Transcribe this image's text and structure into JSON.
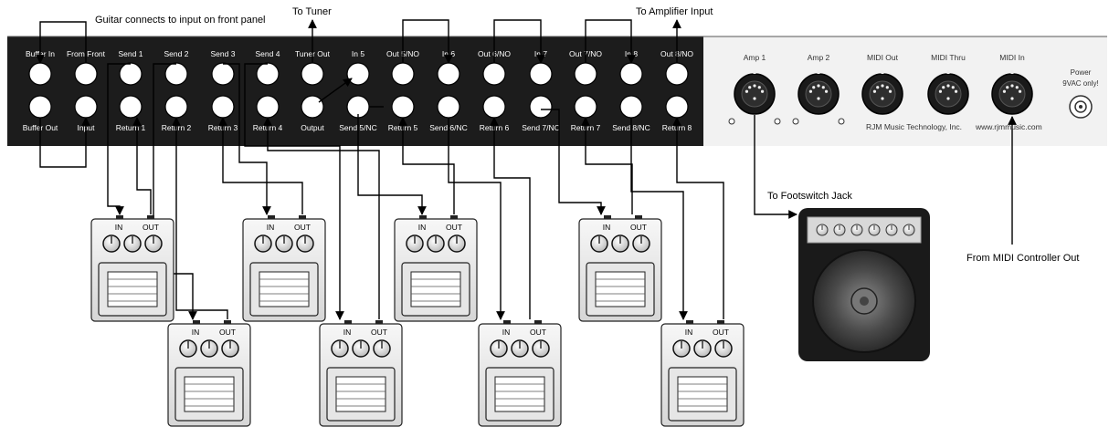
{
  "annotations": {
    "guitar": "Guitar connects to input on front panel",
    "tuner": "To Tuner",
    "amp_input": "To Amplifier Input",
    "footswitch": "To Footswitch Jack",
    "midi_controller": "From MIDI Controller Out"
  },
  "panel": {
    "top_labels": [
      "Buffer In",
      "From Front",
      "Send 1",
      "Send 2",
      "Send 3",
      "Send 4",
      "Tuner Out",
      "In 5",
      "Out 5/NO",
      "In 6",
      "Out 6/NO",
      "In 7",
      "Out 7/NO",
      "In 8",
      "Out 8/NO"
    ],
    "bottom_labels": [
      "Buffer Out",
      "Input",
      "Return 1",
      "Return 2",
      "Return 3",
      "Return 4",
      "Output",
      "Send 5/NC",
      "Return 5",
      "Send 6/NC",
      "Return 6",
      "Send 7/NC",
      "Return 7",
      "Send 8/NC",
      "Return 8"
    ],
    "right_labels": [
      "Amp 1",
      "Amp 2",
      "MIDI Out",
      "MIDI Thru",
      "MIDI In"
    ],
    "company": "RJM Music Technology, Inc.",
    "website": "www.rjmmusic.com",
    "power_label": "Power",
    "power_sub": "9VAC only!"
  },
  "pedal": {
    "in_label": "IN",
    "out_label": "OUT"
  },
  "colors": {
    "panel": "#1c1c1c",
    "wire": "#000000",
    "pedal_body": "#ededed",
    "knob": "#e2e2e2",
    "amp_body": "#1a1a1a"
  }
}
